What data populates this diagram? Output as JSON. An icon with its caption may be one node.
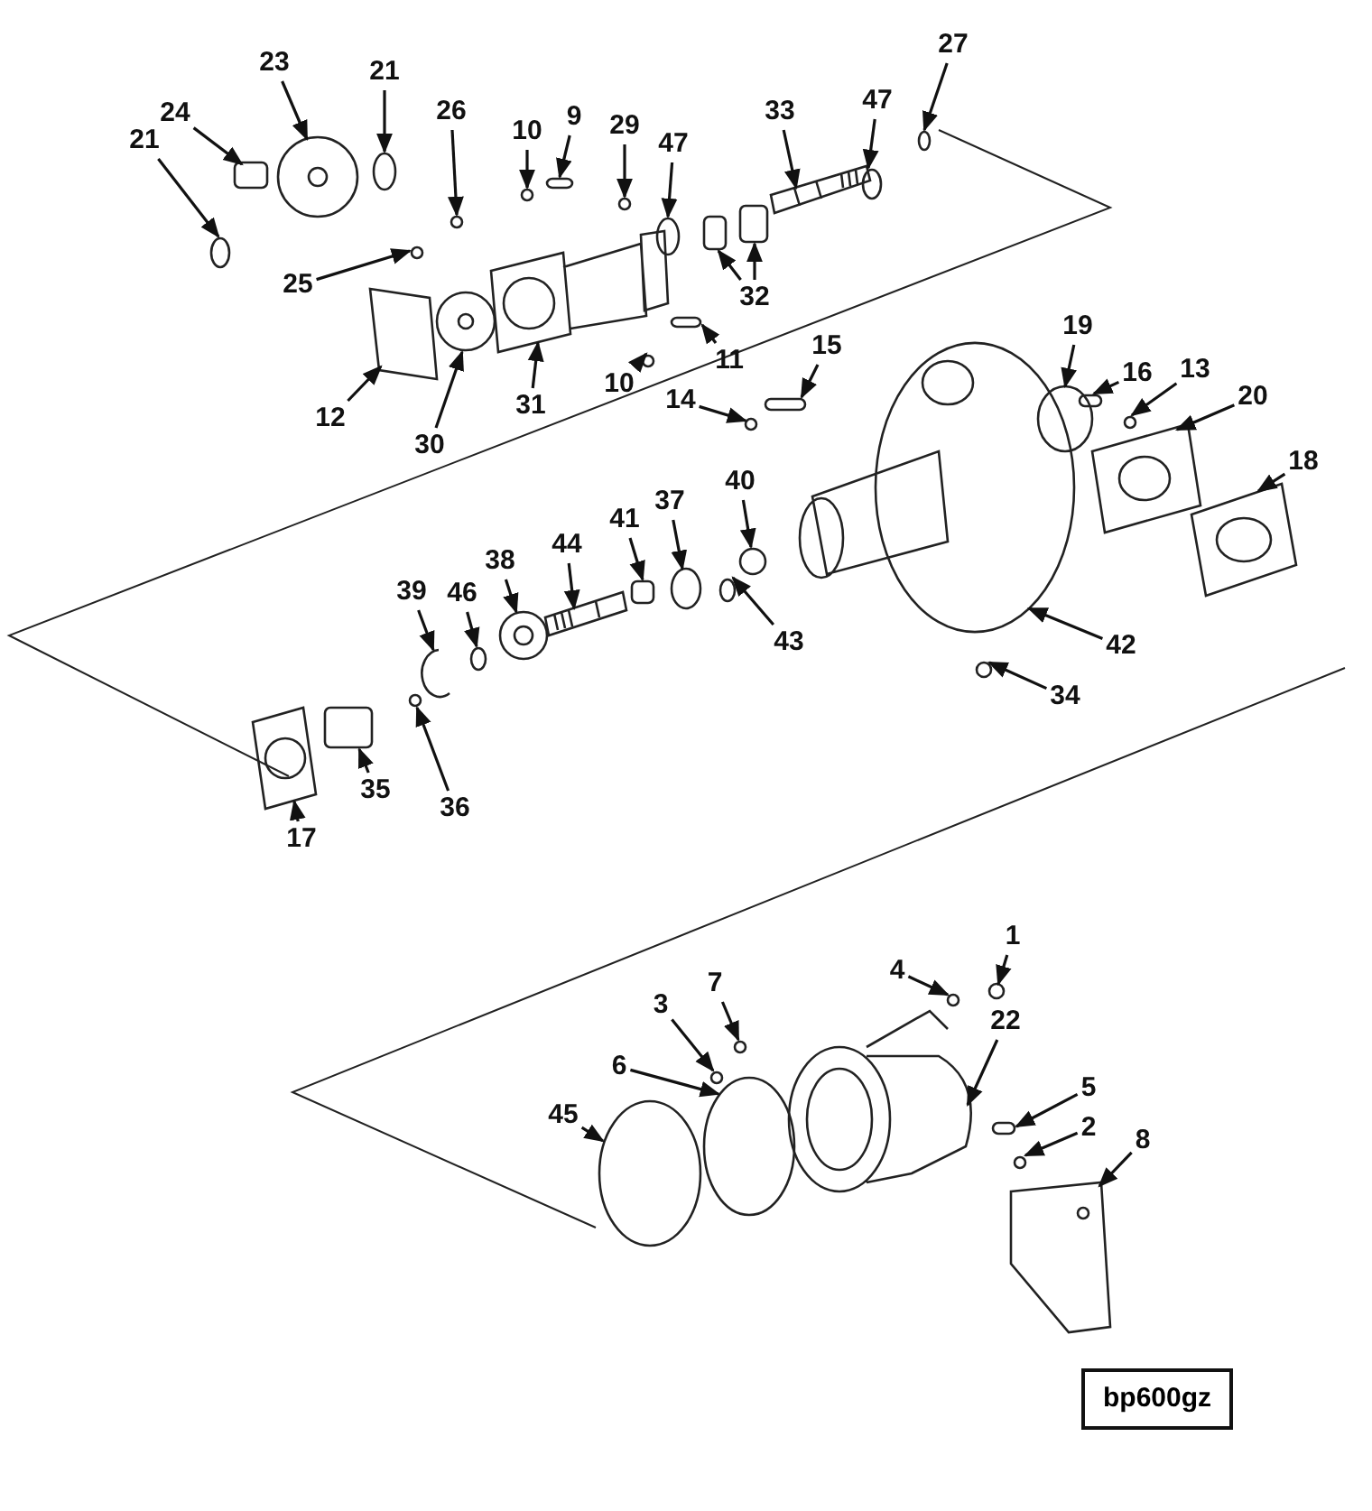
{
  "diagram": {
    "nodes": [
      {
        "text": [
          "21"
        ]
      },
      {
        "text": [
          "24"
        ]
      },
      {
        "text": [
          "23"
        ]
      },
      {
        "text": [
          "21"
        ]
      },
      {
        "text": [
          "26"
        ]
      },
      {
        "text": [
          "10"
        ]
      },
      {
        "text": [
          "9"
        ]
      },
      {
        "text": [
          "29"
        ]
      },
      {
        "text": [
          "47"
        ]
      },
      {
        "text": [
          "33"
        ]
      },
      {
        "text": [
          "47"
        ]
      },
      {
        "text": [
          "27"
        ]
      },
      {
        "text": [
          "25"
        ]
      },
      {
        "text": [
          "32"
        ]
      },
      {
        "text": [
          "11"
        ]
      },
      {
        "text": [
          "10"
        ]
      },
      {
        "text": [
          "12"
        ]
      },
      {
        "text": [
          "30"
        ]
      },
      {
        "text": [
          "31"
        ]
      },
      {
        "text": [
          "15"
        ]
      },
      {
        "text": [
          "14"
        ]
      },
      {
        "text": [
          "19"
        ]
      },
      {
        "text": [
          "16"
        ]
      },
      {
        "text": [
          "13"
        ]
      },
      {
        "text": [
          "20"
        ]
      },
      {
        "text": [
          "18"
        ]
      },
      {
        "text": [
          "40"
        ]
      },
      {
        "text": [
          "37"
        ]
      },
      {
        "text": [
          "41"
        ]
      },
      {
        "text": [
          "44"
        ]
      },
      {
        "text": [
          "38"
        ]
      },
      {
        "text": [
          "39"
        ]
      },
      {
        "text": [
          "46"
        ]
      },
      {
        "text": [
          "43"
        ]
      },
      {
        "text": [
          "42"
        ]
      },
      {
        "text": [
          "34"
        ]
      },
      {
        "text": [
          "35"
        ]
      },
      {
        "text": [
          "36"
        ]
      },
      {
        "text": [
          "17"
        ]
      },
      {
        "text": [
          "1"
        ]
      },
      {
        "text": [
          "4"
        ]
      },
      {
        "text": [
          "7"
        ]
      },
      {
        "text": [
          "3"
        ]
      },
      {
        "text": [
          "22"
        ]
      },
      {
        "text": [
          "6"
        ]
      },
      {
        "text": [
          "5"
        ]
      },
      {
        "text": [
          "2"
        ]
      },
      {
        "text": [
          "8"
        ]
      },
      {
        "text": [
          "45"
        ]
      },
      {
        "text": [
          "bp600gz"
        ]
      },
      {
        "text": [],
        "shape": "circle"
      },
      {
        "text": [],
        "shape": "box"
      },
      {
        "text": [],
        "shape": "picture"
      },
      {
        "text": [],
        "shape": "circle"
      },
      {
        "text": [],
        "shape": "circle"
      },
      {
        "text": [],
        "shape": "circle"
      },
      {
        "text": [],
        "shape": "box"
      },
      {
        "text": [],
        "shape": "circle"
      },
      {
        "text": [],
        "shape": "circle"
      },
      {
        "text": [],
        "shape": "picture"
      },
      {
        "text": [],
        "shape": "circle"
      },
      {
        "text": [],
        "shape": "circle"
      },
      {
        "text": [],
        "shape": "circle"
      },
      {
        "text": [],
        "shape": "box"
      },
      {
        "text": [],
        "shape": "box"
      },
      {
        "text": [],
        "shape": "box"
      },
      {
        "text": [],
        "shape": "circle"
      },
      {
        "text": [],
        "shape": "picture"
      },
      {
        "text": [],
        "shape": "picture"
      },
      {
        "text": [],
        "shape": "picture"
      },
      {
        "text": [],
        "shape": "box"
      },
      {
        "text": [],
        "shape": "circle"
      },
      {
        "text": [],
        "shape": "circle"
      },
      {
        "text": [],
        "shape": "box"
      },
      {
        "text": [],
        "shape": "circle"
      },
      {
        "text": [],
        "shape": "picture"
      },
      {
        "text": [],
        "shape": "picture"
      },
      {
        "text": [],
        "shape": "circle"
      },
      {
        "text": [],
        "shape": "circle"
      },
      {
        "text": [],
        "shape": "box"
      },
      {
        "text": [],
        "shape": "picture"
      },
      {
        "text": [],
        "shape": "picture"
      },
      {
        "text": [],
        "shape": "picture"
      },
      {
        "text": [],
        "shape": "circle"
      },
      {
        "text": [],
        "shape": "circle"
      },
      {
        "text": [],
        "shape": "picture"
      },
      {
        "text": [],
        "shape": "circle"
      },
      {
        "text": [],
        "shape": "box"
      },
      {
        "text": [],
        "shape": "circle"
      },
      {
        "text": [],
        "shape": "picture"
      },
      {
        "text": [],
        "shape": "circle"
      },
      {
        "text": [],
        "shape": "circle"
      },
      {
        "text": [],
        "shape": "circle"
      },
      {
        "text": [],
        "shape": "circle"
      },
      {
        "text": [],
        "shape": "picture"
      },
      {
        "text": [],
        "shape": "circle"
      },
      {
        "text": [],
        "shape": "box"
      },
      {
        "text": [],
        "shape": "circle"
      },
      {
        "text": [],
        "shape": "picture"
      },
      {
        "text": [],
        "shape": "circle"
      }
    ],
    "edges": [
      {
        "from": 0,
        "to": 50,
        "arrow": "to"
      },
      {
        "from": 1,
        "to": 51,
        "arrow": "to"
      },
      {
        "from": 2,
        "to": 52,
        "arrow": "to"
      },
      {
        "from": 3,
        "to": 53,
        "arrow": "to"
      },
      {
        "from": 4,
        "to": 54,
        "arrow": "to"
      },
      {
        "from": 5,
        "to": 55,
        "arrow": "to"
      },
      {
        "from": 6,
        "to": 56,
        "arrow": "to"
      },
      {
        "from": 7,
        "to": 57,
        "arrow": "to"
      },
      {
        "from": 8,
        "to": 58,
        "arrow": "to"
      },
      {
        "from": 9,
        "to": 59,
        "arrow": "to"
      },
      {
        "from": 10,
        "to": 60,
        "arrow": "to"
      },
      {
        "from": 11,
        "to": 61,
        "arrow": "to"
      },
      {
        "from": 12,
        "to": 62,
        "arrow": "to"
      },
      {
        "from": 13,
        "to": 63,
        "arrow": "to"
      },
      {
        "from": 13,
        "to": 64,
        "arrow": "to"
      },
      {
        "from": 14,
        "to": 65,
        "arrow": "to"
      },
      {
        "from": 15,
        "to": 66,
        "arrow": "to"
      },
      {
        "from": 16,
        "to": 67,
        "arrow": "to"
      },
      {
        "from": 17,
        "to": 68,
        "arrow": "to"
      },
      {
        "from": 18,
        "to": 69,
        "arrow": "to"
      },
      {
        "from": 19,
        "to": 70,
        "arrow": "to"
      },
      {
        "from": 20,
        "to": 71,
        "arrow": "to"
      },
      {
        "from": 21,
        "to": 72,
        "arrow": "to"
      },
      {
        "from": 22,
        "to": 73,
        "arrow": "to"
      },
      {
        "from": 23,
        "to": 74,
        "arrow": "to"
      },
      {
        "from": 24,
        "to": 75,
        "arrow": "to"
      },
      {
        "from": 25,
        "to": 76,
        "arrow": "to"
      },
      {
        "from": 26,
        "to": 77,
        "arrow": "to"
      },
      {
        "from": 27,
        "to": 78,
        "arrow": "to"
      },
      {
        "from": 28,
        "to": 79,
        "arrow": "to"
      },
      {
        "from": 29,
        "to": 80,
        "arrow": "to"
      },
      {
        "from": 30,
        "to": 81,
        "arrow": "to"
      },
      {
        "from": 31,
        "to": 82,
        "arrow": "to"
      },
      {
        "from": 32,
        "to": 83,
        "arrow": "to"
      },
      {
        "from": 33,
        "to": 84,
        "arrow": "to"
      },
      {
        "from": 34,
        "to": 85,
        "arrow": "to"
      },
      {
        "from": 35,
        "to": 86,
        "arrow": "to"
      },
      {
        "from": 36,
        "to": 87,
        "arrow": "to"
      },
      {
        "from": 37,
        "to": 88,
        "arrow": "to"
      },
      {
        "from": 38,
        "to": 89,
        "arrow": "to"
      },
      {
        "from": 39,
        "to": 90,
        "arrow": "to"
      },
      {
        "from": 40,
        "to": 91,
        "arrow": "to"
      },
      {
        "from": 41,
        "to": 92,
        "arrow": "to"
      },
      {
        "from": 42,
        "to": 93,
        "arrow": "to"
      },
      {
        "from": 43,
        "to": 94,
        "arrow": "to"
      },
      {
        "from": 44,
        "to": 95,
        "arrow": "to"
      },
      {
        "from": 45,
        "to": 96,
        "arrow": "to"
      },
      {
        "from": 46,
        "to": 97,
        "arrow": "to"
      },
      {
        "from": 47,
        "to": 98,
        "arrow": "to"
      },
      {
        "from": 48,
        "to": 99,
        "arrow": "to"
      }
    ]
  }
}
